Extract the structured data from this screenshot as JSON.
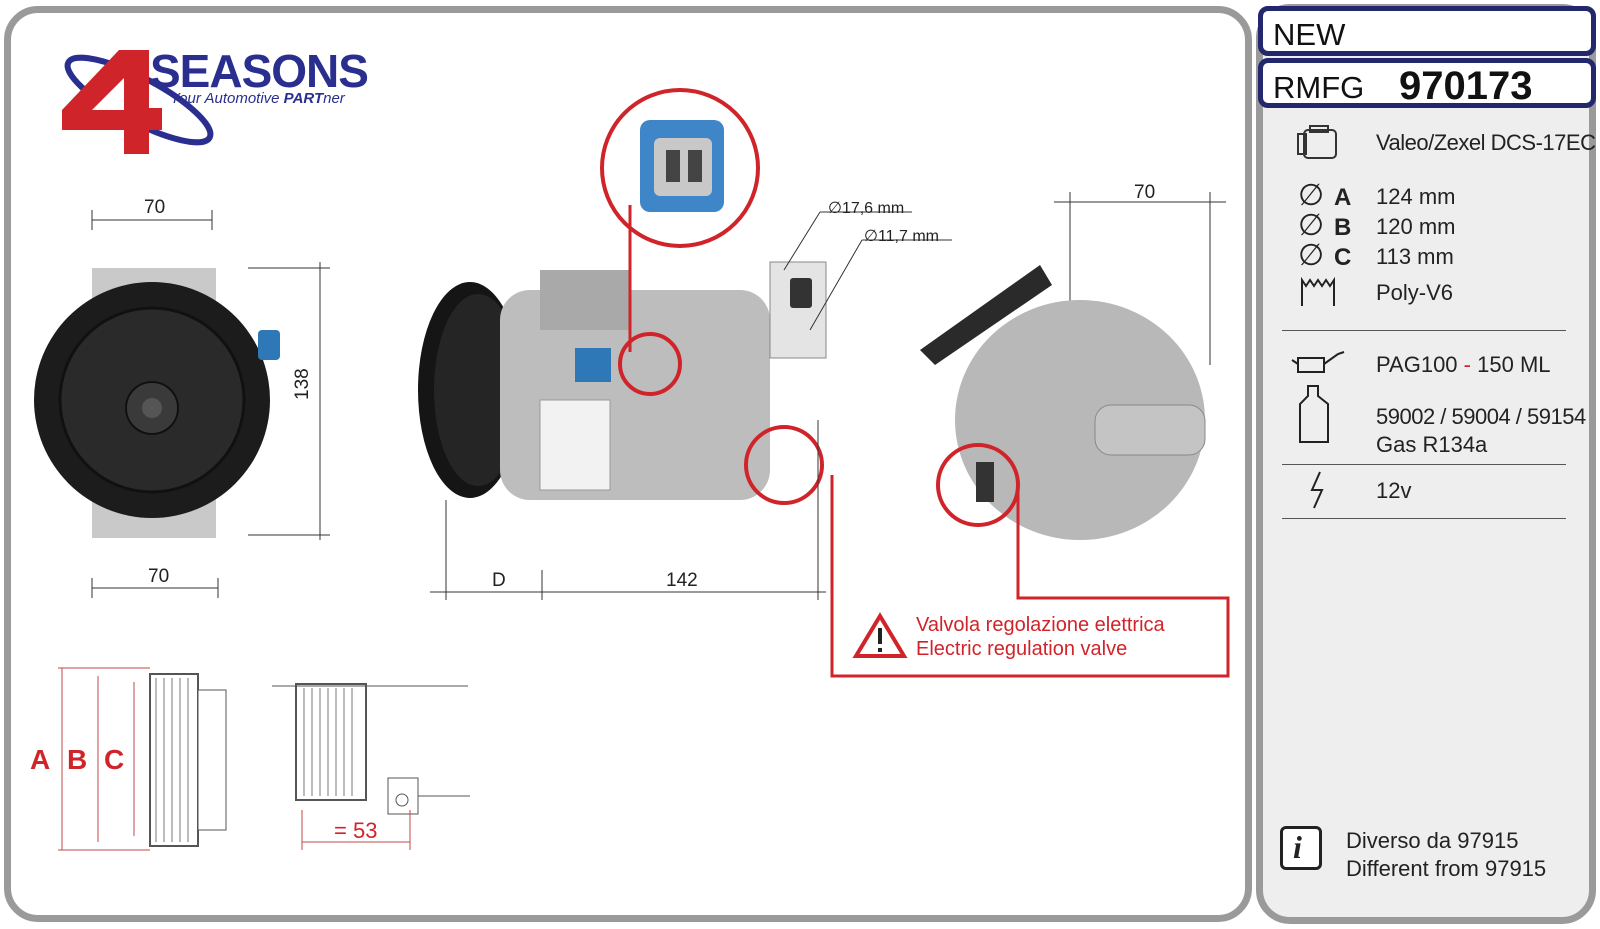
{
  "logo": {
    "brand": "SEASONS",
    "tagline_prefix": "Your Automotive ",
    "tagline_emph": "PART",
    "tagline_suffix": "ner",
    "colors": {
      "red": "#d0242b",
      "blue": "#2a2f8f"
    }
  },
  "dimensions": {
    "front_width_top": "70",
    "front_width_bottom": "70",
    "front_height": "138",
    "side_length": "142",
    "side_d": "D",
    "fitting_large": "∅17,6 mm",
    "fitting_small": "∅11,7 mm",
    "rear_width": "70",
    "pulley_letters": [
      "A",
      "B",
      "C"
    ],
    "pulley_offset": "= 53"
  },
  "warning": {
    "line1": "Valvola regolazione elettrica",
    "line2": "Electric regulation valve"
  },
  "status": "NEW",
  "rmfg": {
    "label": "RMFG",
    "code": "970173"
  },
  "specs": {
    "compressor": "Valeo/Zexel DCS-17EC",
    "diam_a_label": "A",
    "diam_a": "124 mm",
    "diam_b_label": "B",
    "diam_b": "120 mm",
    "diam_c_label": "C",
    "diam_c": "113 mm",
    "belt": "Poly-V6",
    "oil_type": "PAG100",
    "oil_sep": "-",
    "oil_qty": "150 ML",
    "oil_refs": "59002 / 59004 / 59154",
    "gas": "Gas R134a",
    "voltage": "12v"
  },
  "info": {
    "line1": "Diverso da 97915",
    "line2": "Different from 97915"
  },
  "icons": [
    "compressor-icon",
    "diameter-icon",
    "belt-icon",
    "oil-can-icon",
    "oil-bottle-icon",
    "lightning-icon",
    "info-icon",
    "warning-icon"
  ]
}
